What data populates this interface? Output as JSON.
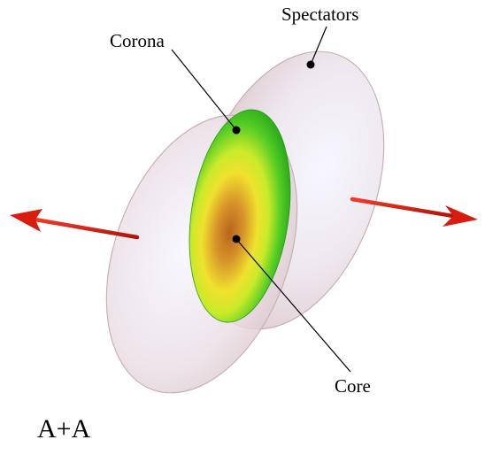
{
  "labels": {
    "spectators": "Spectators",
    "corona": "Corona",
    "core": "Core",
    "system": "A+A"
  },
  "colors": {
    "spectator_fill": "#e6d8dc",
    "spectator_edge": "#c9b0b6",
    "corona": "#33c41f",
    "core_center": "#c06a1a",
    "core_yellow": "#f2ee2e",
    "arrow": "#d91c10",
    "leader_line": "#000000"
  },
  "icons": {
    "left_arrow": "arrow-left-icon",
    "right_arrow": "arrow-right-icon",
    "marker_dot": "dot-marker-icon"
  }
}
